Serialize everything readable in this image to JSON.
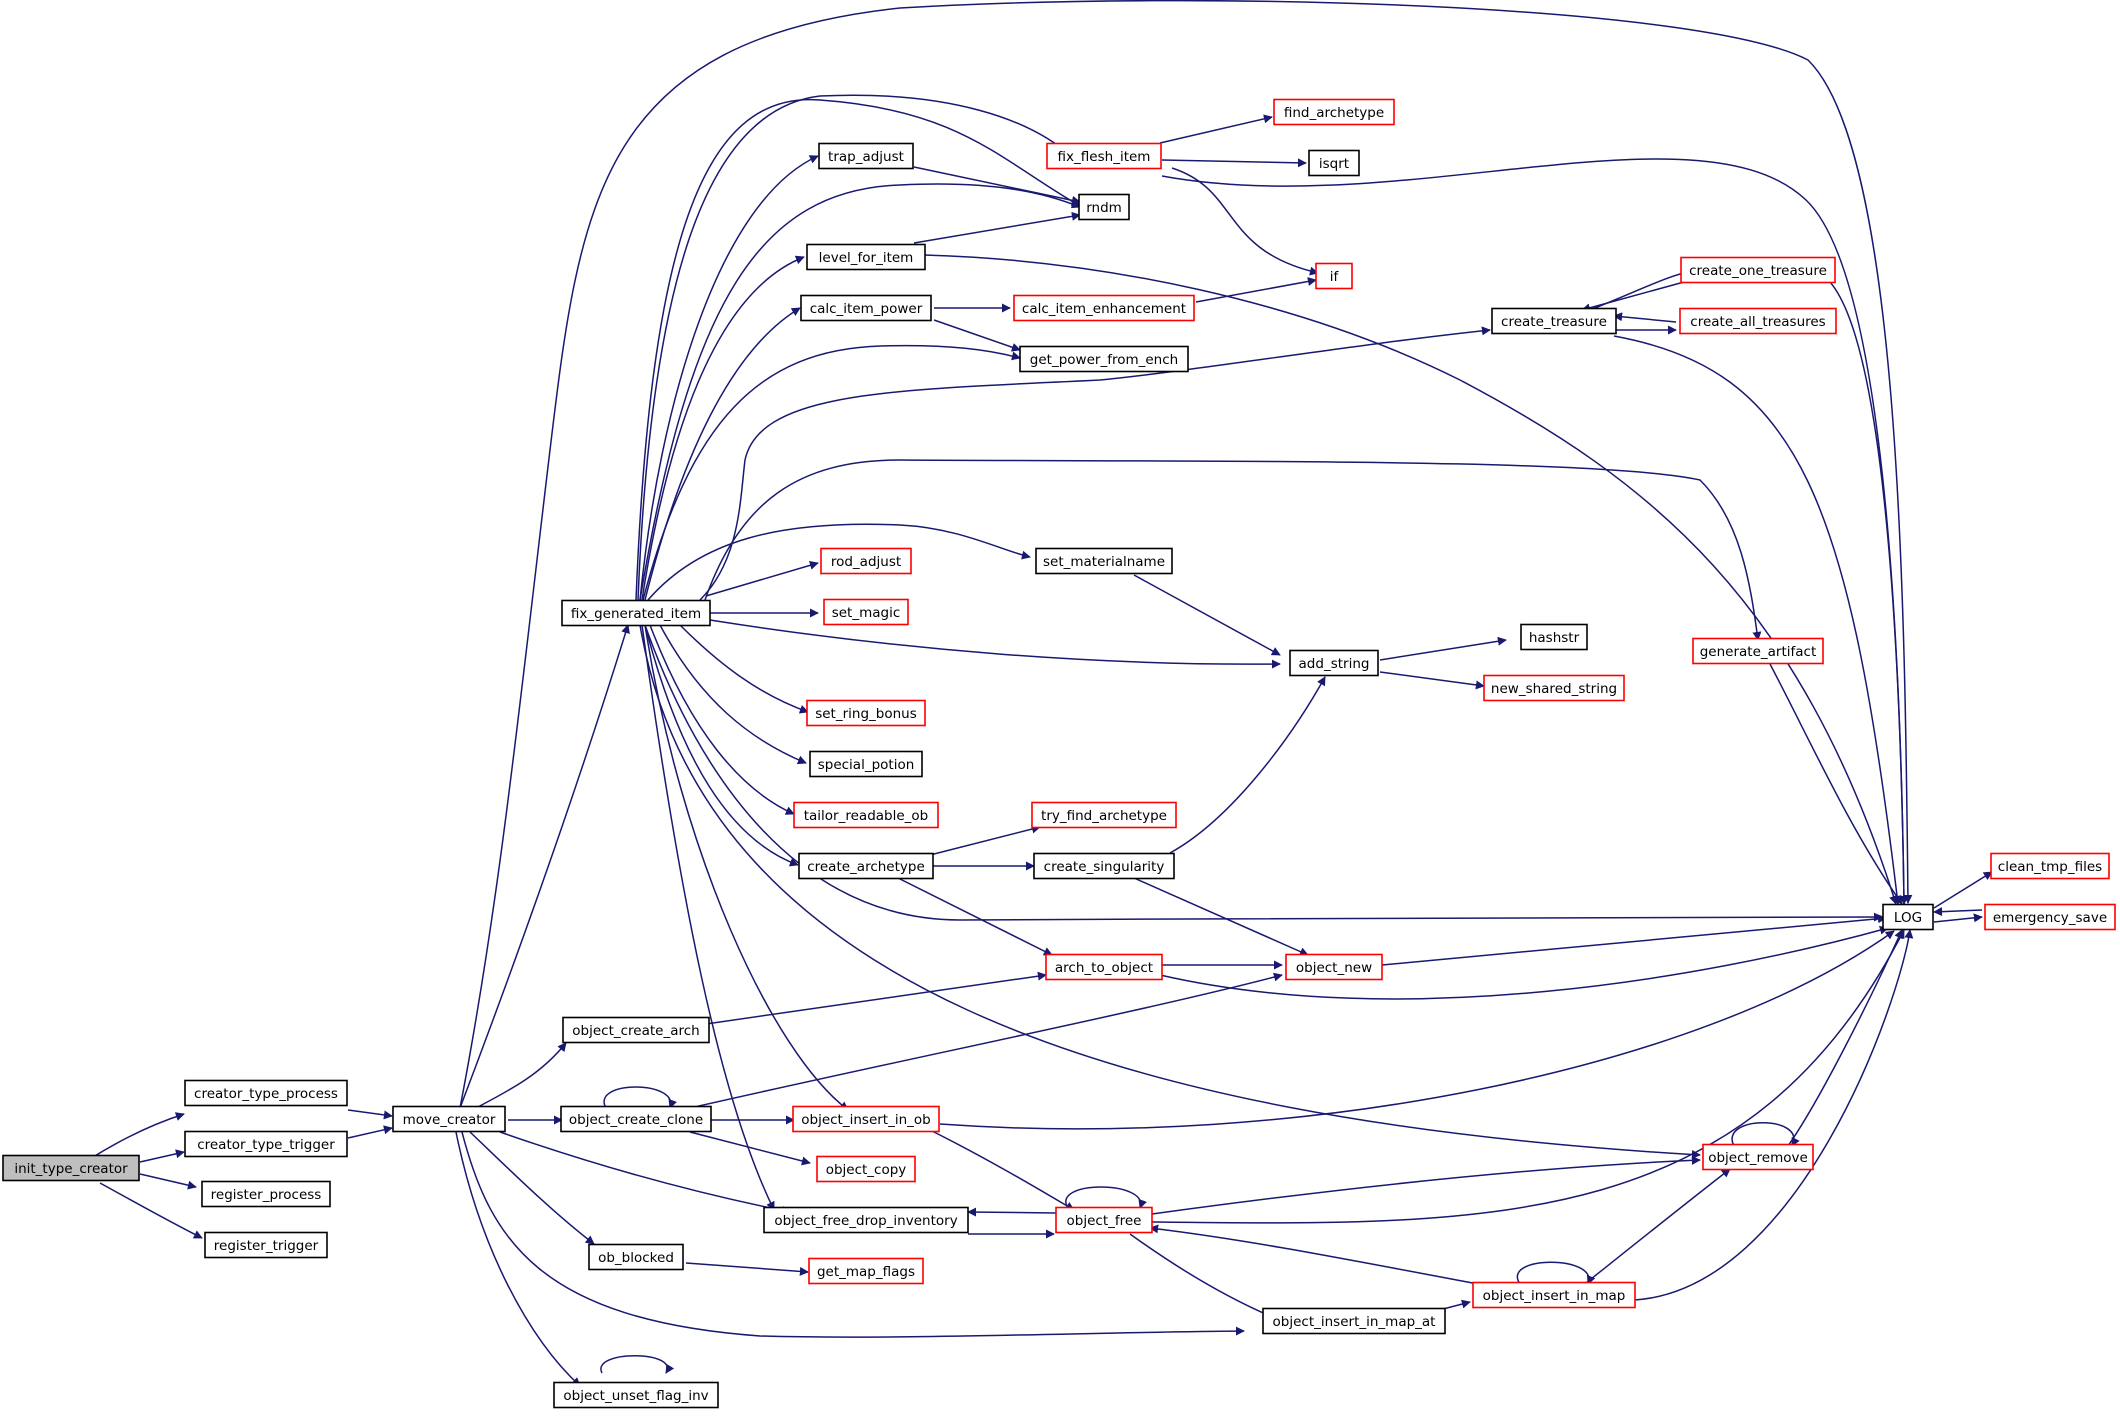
{
  "colors": {
    "edge": "#191970",
    "node_border": "#000000",
    "linked_node_border": "#ff0000",
    "root_fill": "#bfbfbf",
    "background": "#ffffff"
  },
  "nodes": {
    "init_type_creator": "init_type_creator",
    "creator_type_process": "creator_type_process",
    "creator_type_trigger": "creator_type_trigger",
    "register_process": "register_process",
    "register_trigger": "register_trigger",
    "move_creator": "move_creator",
    "fix_generated_item": "fix_generated_item",
    "object_create_arch": "object_create_arch",
    "object_create_clone": "object_create_clone",
    "ob_blocked": "ob_blocked",
    "object_unset_flag_inv": "object_unset_flag_inv",
    "object_free_drop_inventory": "object_free_drop_inventory",
    "trap_adjust": "trap_adjust",
    "level_for_item": "level_for_item",
    "calc_item_power": "calc_item_power",
    "rod_adjust": "rod_adjust",
    "set_magic": "set_magic",
    "set_ring_bonus": "set_ring_bonus",
    "special_potion": "special_potion",
    "tailor_readable_ob": "tailor_readable_ob",
    "create_archetype": "create_archetype",
    "object_insert_in_ob": "object_insert_in_ob",
    "object_copy": "object_copy",
    "get_map_flags": "get_map_flags",
    "fix_flesh_item": "fix_flesh_item",
    "rndm": "rndm",
    "calc_item_enhancement": "calc_item_enhancement",
    "get_power_from_ench": "get_power_from_ench",
    "set_materialname": "set_materialname",
    "try_find_archetype": "try_find_archetype",
    "create_singularity": "create_singularity",
    "arch_to_object": "arch_to_object",
    "object_free": "object_free",
    "object_insert_in_map_at": "object_insert_in_map_at",
    "find_archetype": "find_archetype",
    "isqrt": "isqrt",
    "if": "if",
    "add_string": "add_string",
    "object_new": "object_new",
    "create_treasure": "create_treasure",
    "hashstr": "hashstr",
    "new_shared_string": "new_shared_string",
    "object_insert_in_map": "object_insert_in_map",
    "create_one_treasure": "create_one_treasure",
    "create_all_treasures": "create_all_treasures",
    "generate_artifact": "generate_artifact",
    "object_remove": "object_remove",
    "LOG": "LOG",
    "clean_tmp_files": "clean_tmp_files",
    "emergency_save": "emergency_save"
  }
}
